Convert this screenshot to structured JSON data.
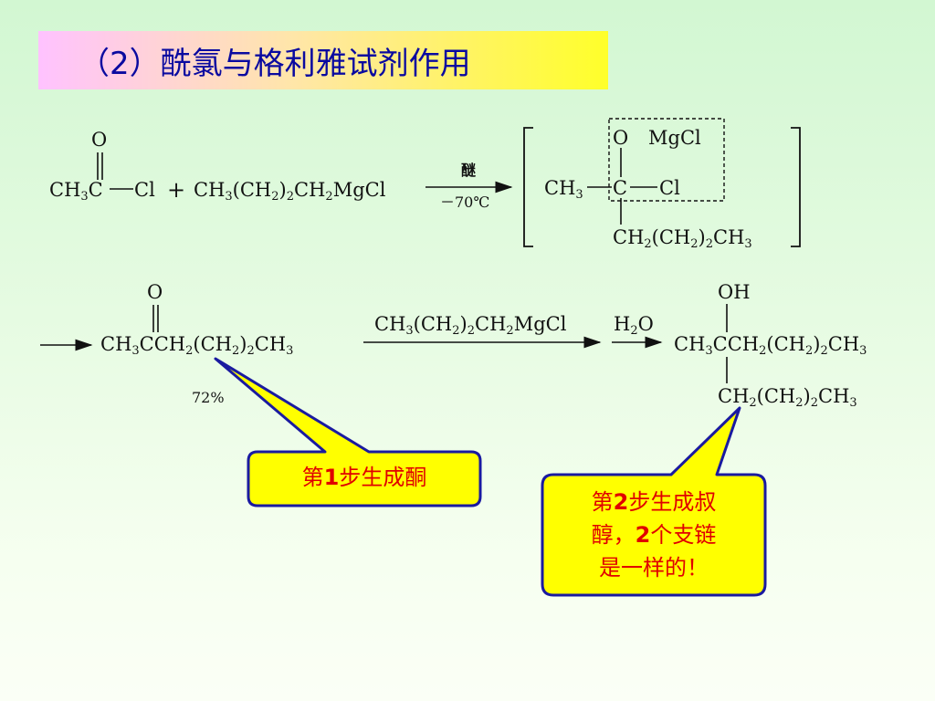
{
  "title": "（2）酰氯与格利雅试剂作用",
  "reaction1": {
    "reactant1_o": "O",
    "reactant1_prefix": "CH",
    "reactant1_sub3": "3",
    "reactant1_c": "C",
    "reactant1_cl": "Cl",
    "plus": "+",
    "grignard": "CH3(CH2)2CH2MgCl",
    "condition_top": "醚",
    "condition_bottom": "－70℃",
    "intermediate_o": "O",
    "intermediate_mgcl": "MgCl",
    "intermediate_ch3": "CH3",
    "intermediate_c": "C",
    "intermediate_cl": "Cl",
    "intermediate_chain": "CH2(CH2)2CH3"
  },
  "reaction2": {
    "ketone_o": "O",
    "ketone": "CH3CCH2(CH2)2CH3",
    "yield": "72%",
    "reagent": "CH3(CH2)2CH2MgCl",
    "water": "H2O",
    "alcohol_oh": "OH",
    "alcohol": "CH3CCH2(CH2)2CH3",
    "alcohol_chain": "CH2(CH2)2CH3"
  },
  "callouts": {
    "step1_pre": "第",
    "step1_num": "1",
    "step1_post": "步生成酮",
    "step2_line1_pre": "第",
    "step2_line1_num": "2",
    "step2_line1_post": "步生成叔",
    "step2_line2_pre": "醇，",
    "step2_line2_num": "2",
    "step2_line2_post": "个支链",
    "step2_line3": "是一样的！"
  },
  "colors": {
    "title_text": "#0a0aa0",
    "callout_fill": "#ffff00",
    "callout_border": "#1a1aa0",
    "callout_text": "#e00000"
  }
}
